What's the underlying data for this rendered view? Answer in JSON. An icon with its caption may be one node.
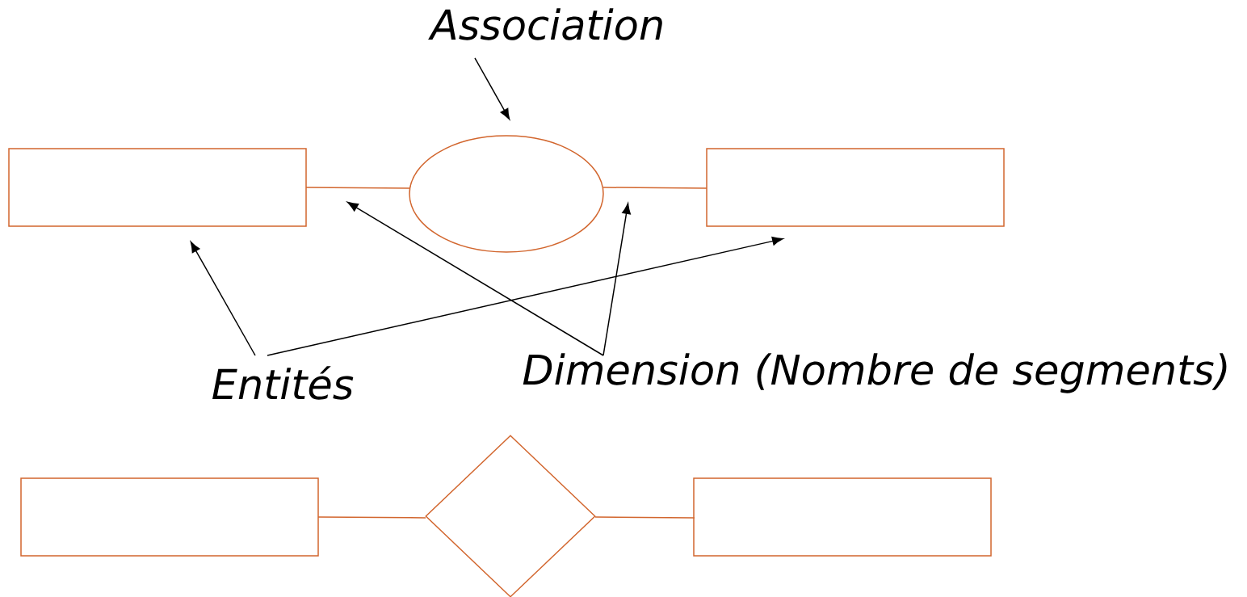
{
  "diagram": {
    "nodes": [
      {
        "text": [
          "Association"
        ]
      },
      {
        "text": [],
        "shape": "box"
      },
      {
        "text": [],
        "shape": "ellipse"
      },
      {
        "text": [],
        "shape": "box"
      },
      {
        "text": [
          "Entités"
        ]
      },
      {
        "text": [
          "Dimension (Nombre de segments)"
        ]
      },
      {
        "text": [],
        "shape": "box"
      },
      {
        "text": [],
        "shape": "diamond"
      },
      {
        "text": [],
        "shape": "box"
      }
    ],
    "edges": [
      {
        "from": 0,
        "to": 2,
        "arrow": "to"
      },
      {
        "from": 1,
        "to": 2,
        "arrow": "none",
        "color": "#d2662e"
      },
      {
        "from": 2,
        "to": 3,
        "arrow": "none",
        "color": "#d2662e"
      },
      {
        "from": 4,
        "to": 1,
        "arrow": "to"
      },
      {
        "from": 4,
        "to": 3,
        "arrow": "to"
      },
      {
        "from": 5,
        "to": null,
        "arrow": "to"
      },
      {
        "from": 5,
        "to": null,
        "arrow": "to"
      },
      {
        "from": 6,
        "to": 7,
        "arrow": "none",
        "color": "#d2662e"
      },
      {
        "from": 7,
        "to": 8,
        "arrow": "none",
        "color": "#d2662e"
      }
    ]
  }
}
